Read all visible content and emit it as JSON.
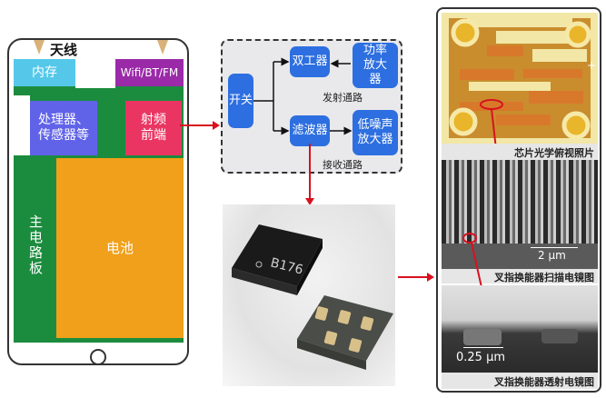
{
  "phone": {
    "antenna_label": "天线",
    "blocks": {
      "memory": "内存",
      "wifi": "Wifi/BT/FM",
      "processor": "处理器、传感器等",
      "rf_front_end": "射频前端",
      "mainboard": "主电路板",
      "battery": "电池"
    },
    "colors": {
      "memory": "#55c8ea",
      "wifi": "#9a2aa8",
      "processor": "#6063e8",
      "rf_front_end": "#ea3563",
      "mainboard": "#1b8c3e",
      "battery": "#f0a01a"
    }
  },
  "rf_diagram": {
    "switch": "开关",
    "duplexer": "双工器",
    "power_amp": "功率放大器",
    "filter": "滤波器",
    "lna": "低噪声放大器",
    "tx_path": "发射通路",
    "rx_path": "接收通路"
  },
  "chip_photo": {
    "marking": "B176"
  },
  "right_panel": {
    "optical_caption": "芯片光学俯视照片",
    "sem_caption": "叉指换能器扫描电镜图",
    "sem_scale": "2 μm",
    "tem_caption": "叉指换能器透射电镜图",
    "tem_scale": "0.25 μm"
  },
  "colors": {
    "arrow": "#d9111e",
    "block_blue": "#2d6fe0"
  }
}
